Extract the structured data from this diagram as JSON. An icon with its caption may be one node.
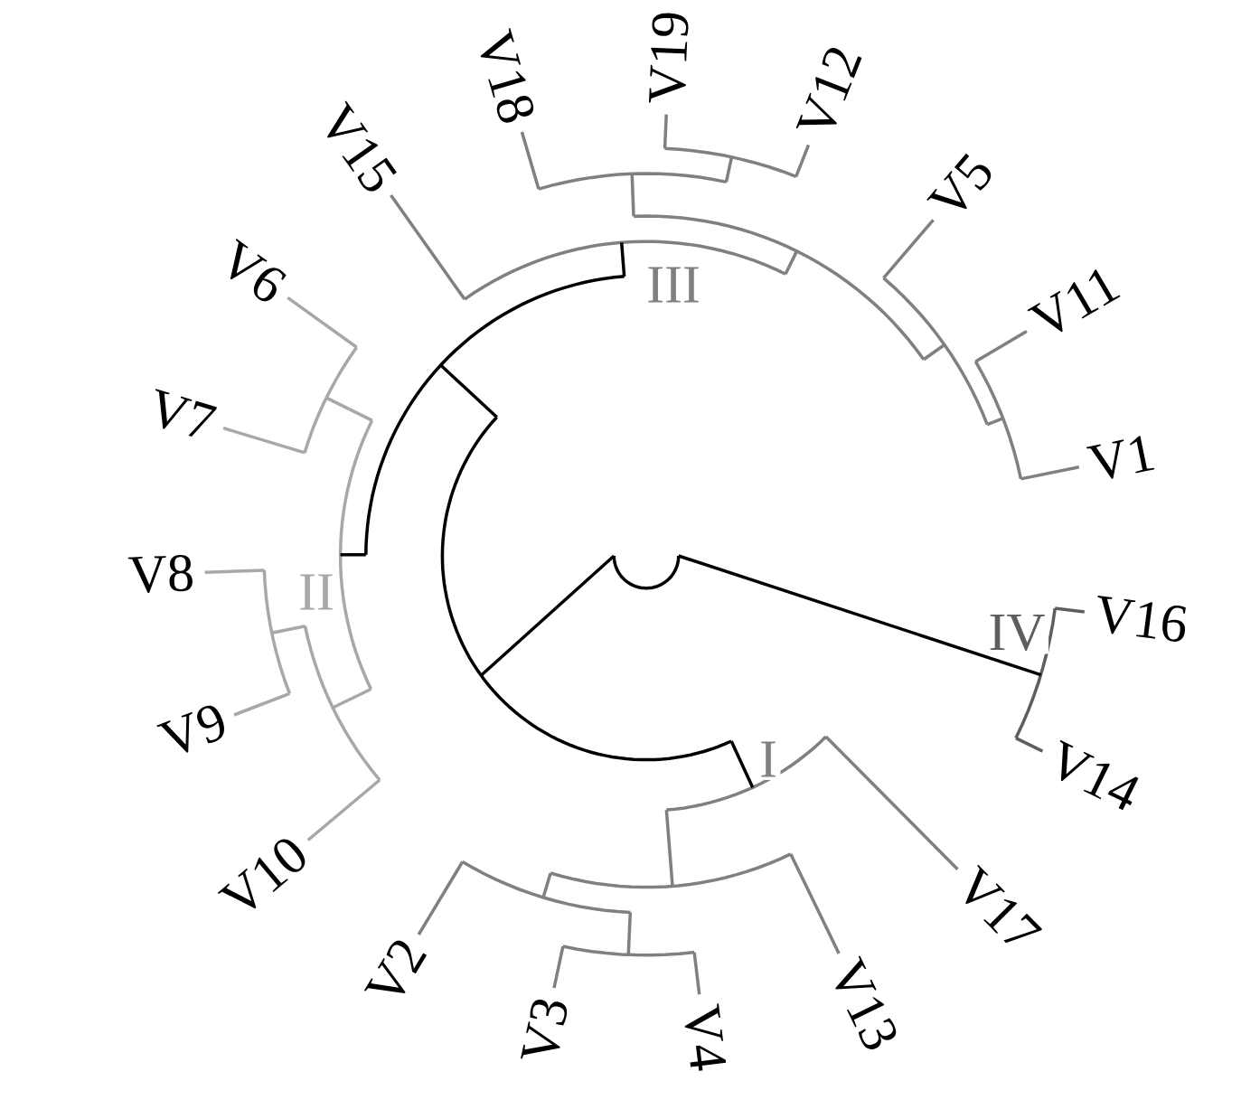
{
  "diagram": {
    "labels": [
      "V1",
      "V11",
      "V5",
      "V12",
      "V19",
      "V18",
      "V15",
      "V6",
      "V7",
      "V8",
      "V9",
      "V10",
      "V2",
      "V3",
      "V4",
      "V13",
      "V17",
      "V14",
      "V16",
      "III",
      "II",
      "IV",
      "I"
    ]
  }
}
